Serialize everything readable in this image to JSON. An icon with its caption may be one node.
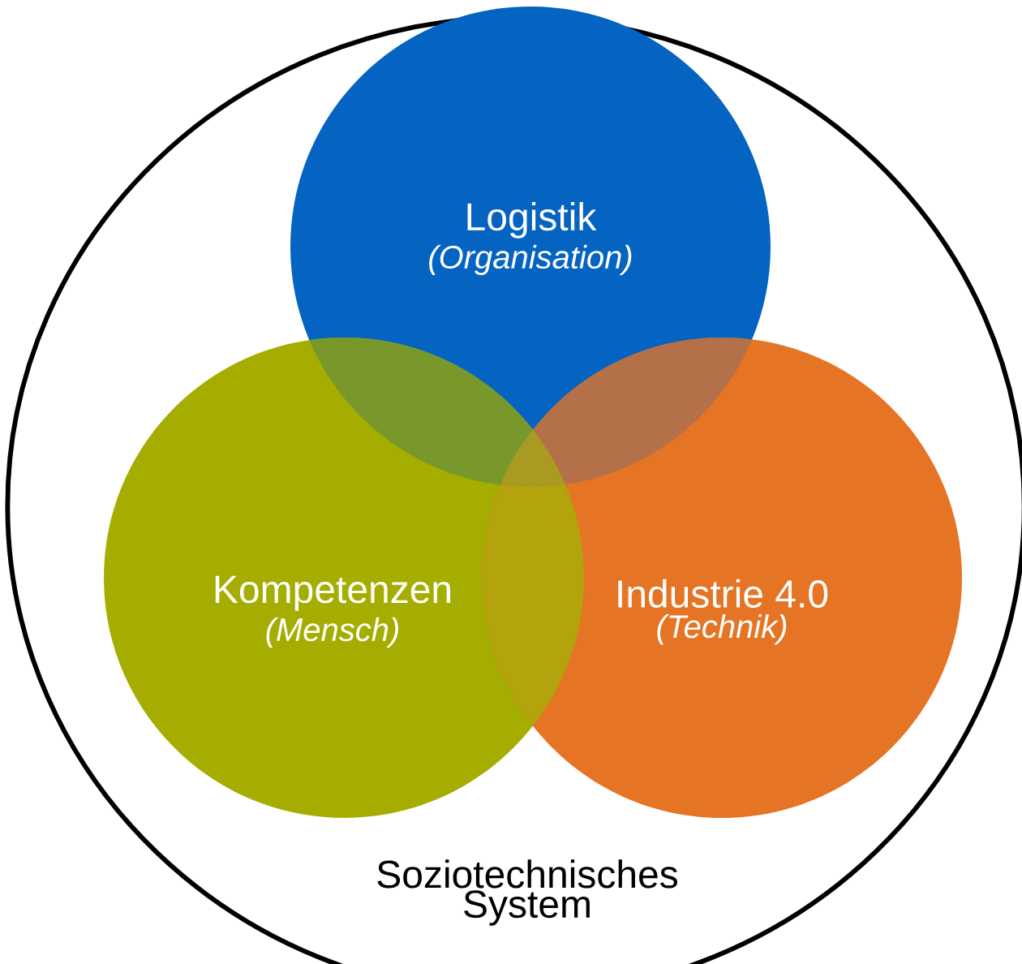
{
  "diagram": {
    "nodes": [
      {
        "text": [
          "Soziotechnisches System"
        ]
      },
      {
        "text": [
          "Logistik",
          "(Organisation)"
        ],
        "in": 0
      },
      {
        "text": [
          "Kompetenzen",
          "(Mensch)"
        ],
        "in": 0
      },
      {
        "text": [
          "Industrie 4.0",
          "(Technik)"
        ],
        "in": 0
      }
    ]
  }
}
